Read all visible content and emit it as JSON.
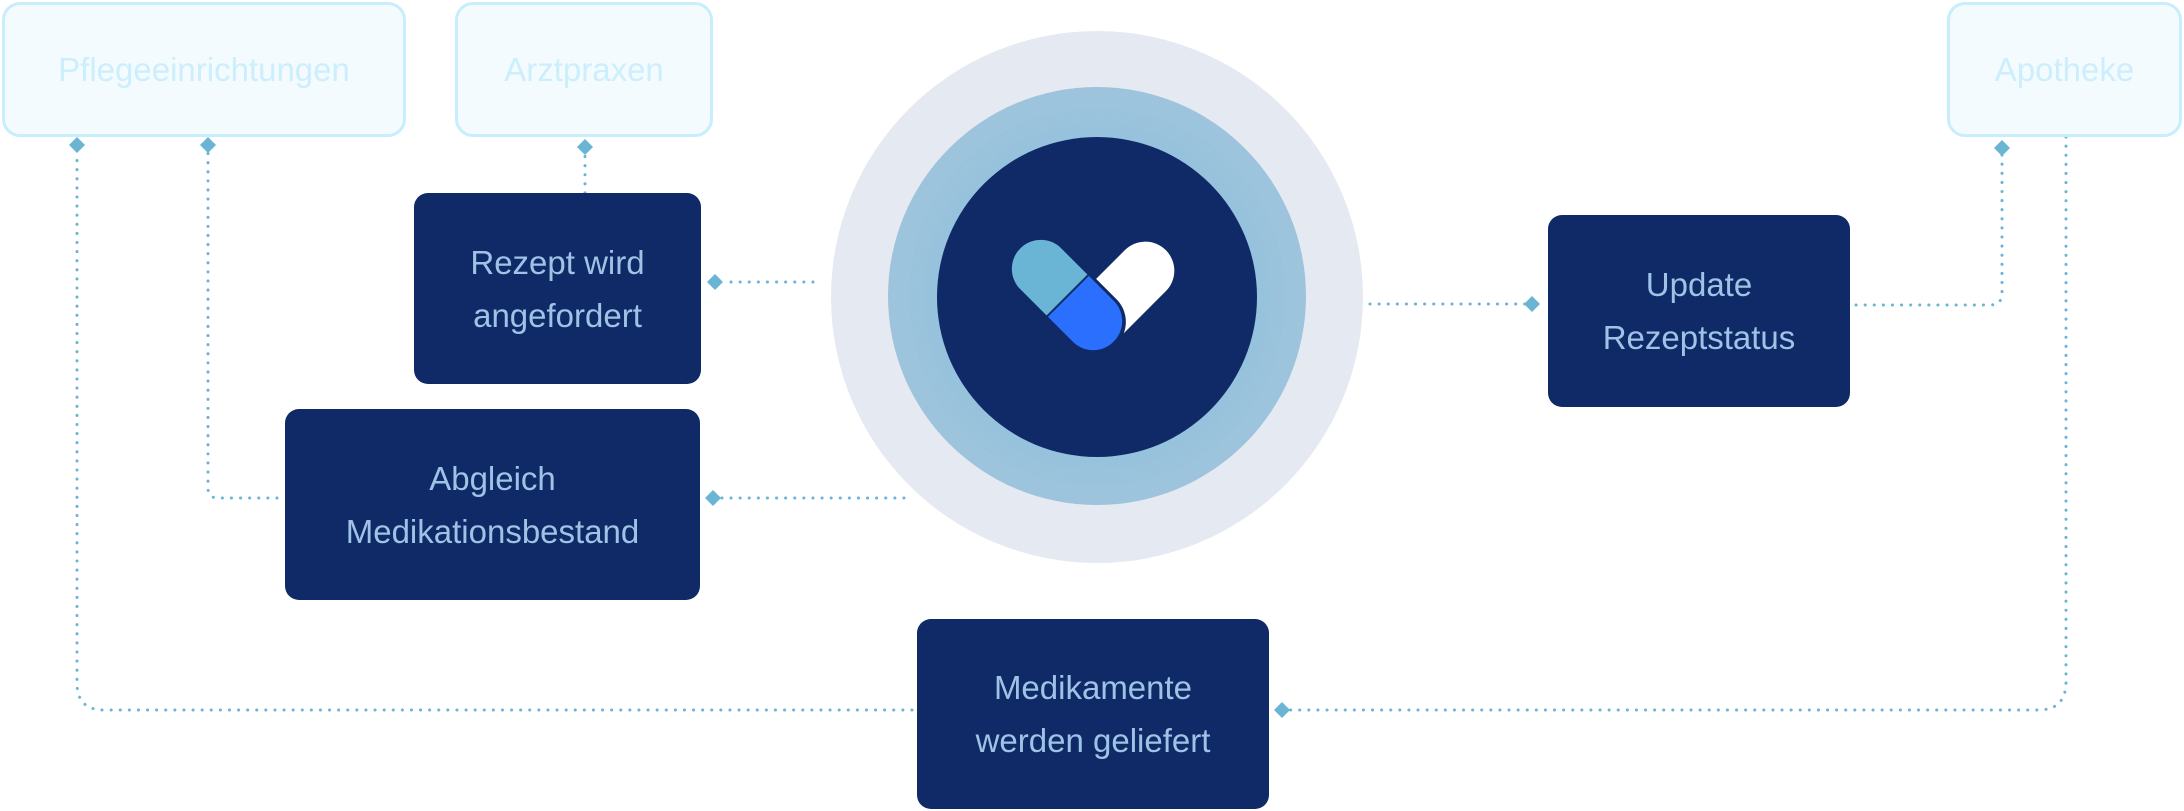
{
  "diagram": {
    "colors": {
      "process_bg": "#0f2a66",
      "process_text": "#9ec3e6",
      "external_bg": "#f4fbfe",
      "external_border": "#c8eefb",
      "external_text": "#cdeefc",
      "connector": "#6ab4d4",
      "hub_outer": "#e5e9f1",
      "hub_inner": "#0f2a66",
      "logo_light_blue": "#6ab4d6",
      "logo_bright_blue": "#2b6fff",
      "logo_white": "#ffffff"
    },
    "external_nodes": [
      {
        "id": "pflegeeinrichtungen",
        "label": "Pflegeeinrichtungen"
      },
      {
        "id": "arztpraxen",
        "label": "Arztpraxen"
      },
      {
        "id": "apotheke",
        "label": "Apotheke"
      }
    ],
    "process_nodes": [
      {
        "id": "rezept",
        "label": "Rezept wird\nangefordert"
      },
      {
        "id": "abgleich",
        "label": "Abgleich\nMedikationsbestand"
      },
      {
        "id": "update",
        "label": "Update\nRezeptstatus"
      },
      {
        "id": "lieferung",
        "label": "Medikamente\nwerden geliefert"
      }
    ],
    "hub": {
      "icon": "pill-heart-logo-icon"
    },
    "edges": [
      {
        "from": "hub",
        "to": "rezept"
      },
      {
        "from": "rezept",
        "to": "arztpraxen"
      },
      {
        "from": "hub",
        "to": "abgleich"
      },
      {
        "from": "abgleich",
        "to": "pflegeeinrichtungen"
      },
      {
        "from": "hub",
        "to": "update"
      },
      {
        "from": "update",
        "to": "apotheke"
      },
      {
        "from": "apotheke",
        "to": "lieferung"
      },
      {
        "from": "lieferung",
        "to": "pflegeeinrichtungen"
      }
    ]
  }
}
